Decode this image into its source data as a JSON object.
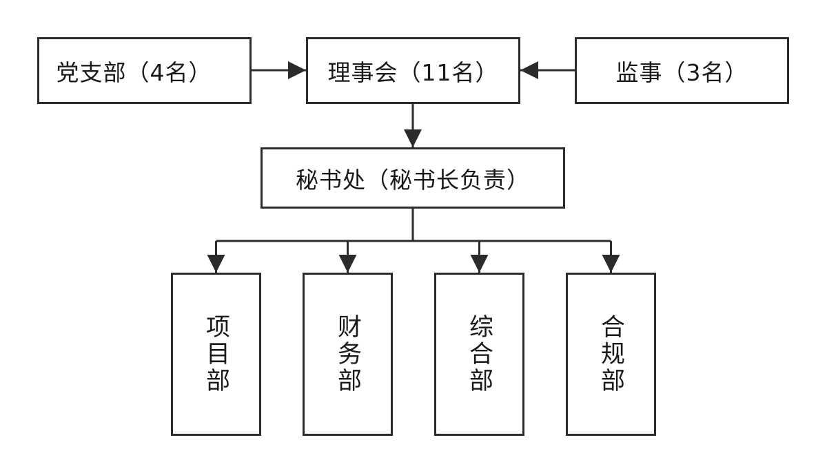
{
  "diagram": {
    "type": "org-chart",
    "nodes": {
      "party_branch": "党支部（4名）",
      "board": "理事会（11名）",
      "supervisors": "监事（3名）",
      "secretariat": "秘书处（秘书长负责）",
      "dept_projects": "项目部",
      "dept_finance": "财务部",
      "dept_general": "综合部",
      "dept_compliance": "合规部"
    },
    "edges": [
      {
        "from": "party_branch",
        "to": "board"
      },
      {
        "from": "supervisors",
        "to": "board"
      },
      {
        "from": "board",
        "to": "secretariat"
      },
      {
        "from": "secretariat",
        "to": "dept_projects"
      },
      {
        "from": "secretariat",
        "to": "dept_finance"
      },
      {
        "from": "secretariat",
        "to": "dept_general"
      },
      {
        "from": "secretariat",
        "to": "dept_compliance"
      }
    ],
    "colors": {
      "line": "#2b2b2b",
      "box_border": "#2b2b2b",
      "box_fill": "#ffffff",
      "text": "#1a1a1a"
    }
  }
}
